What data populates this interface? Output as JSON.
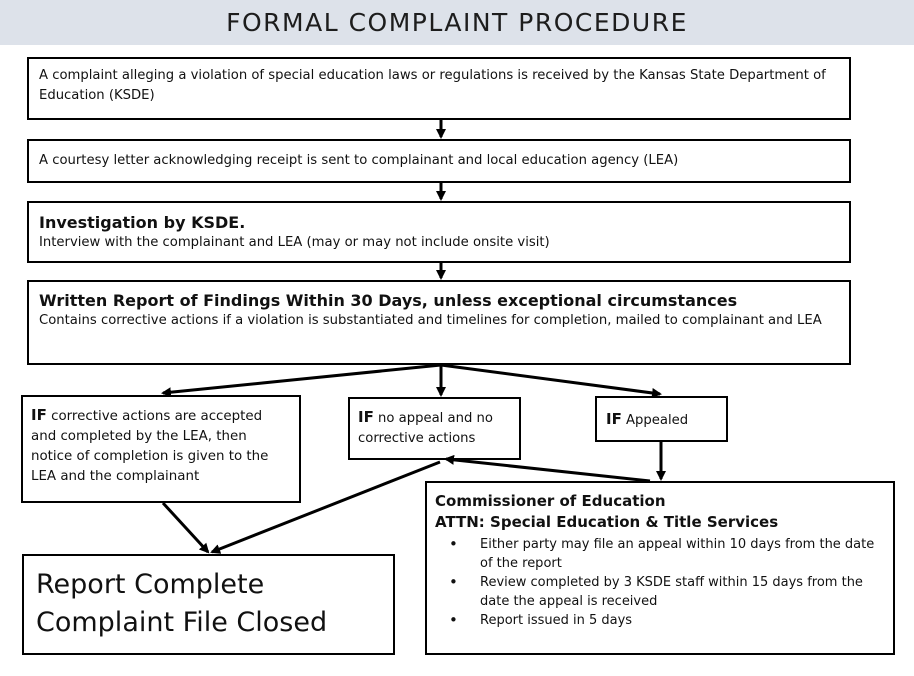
{
  "title": "FORMAL COMPLAINT PROCEDURE",
  "step1": {
    "text": "A complaint alleging a violation of special education laws or regulations is received by the Kansas State Department of Education (KSDE)"
  },
  "step2": {
    "text": "A courtesy letter acknowledging receipt is sent to complainant and local education agency (LEA)"
  },
  "step3": {
    "heading": "Investigation by KSDE.",
    "text": "Interview with the complainant and LEA (may or may not include onsite visit)"
  },
  "step4": {
    "heading": "Written Report of Findings Within 30 Days, unless exceptional circumstances",
    "text": "Contains corrective actions if a violation is substantiated and timelines for completion, mailed to complainant and LEA"
  },
  "branch_accepted": {
    "if": "IF",
    "text": "corrective actions are accepted and completed by the LEA, then notice of completion is given to the LEA and the complainant"
  },
  "branch_no_appeal": {
    "if": "IF",
    "text": "no appeal and  no corrective actions"
  },
  "branch_appealed": {
    "if": "IF",
    "text": "Appealed"
  },
  "commissioner": {
    "line1": "Commissioner of Education",
    "line2": "ATTN: Special Education & Title Services",
    "bullets": [
      "Either party may file an appeal within 10 days from the date of the report",
      "Review completed by 3 KSDE staff within 15 days from the date the appeal is received",
      "Report issued in 5 days"
    ]
  },
  "final": {
    "line1": "Report Complete",
    "line2": "Complaint File Closed"
  }
}
